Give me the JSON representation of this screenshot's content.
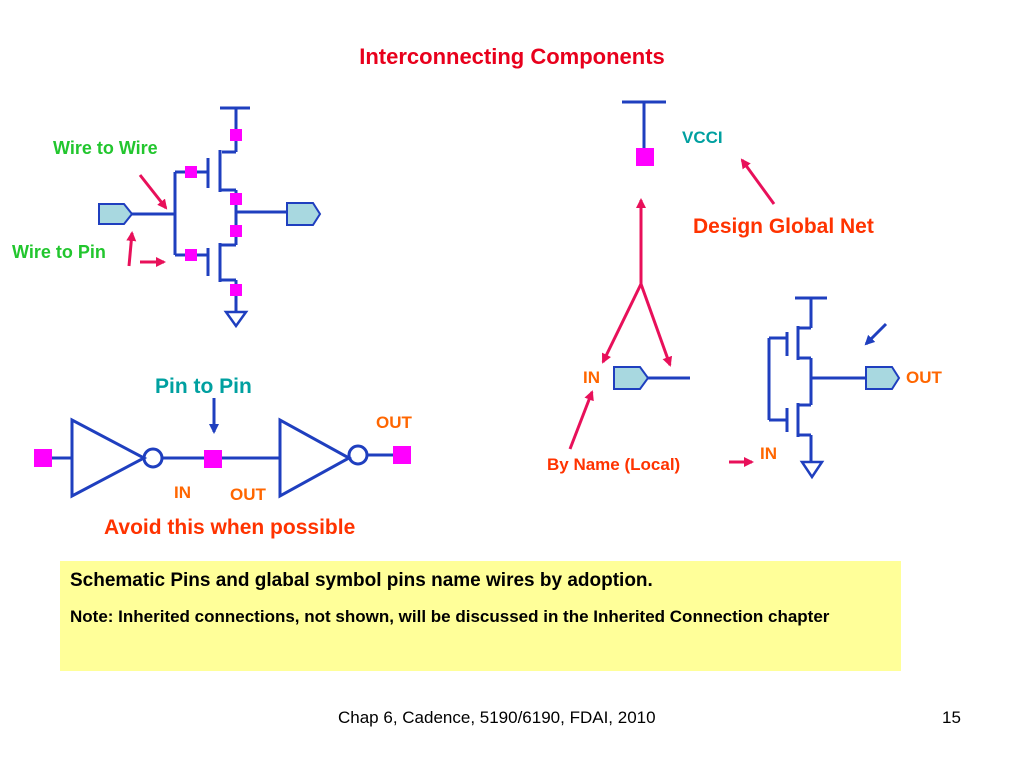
{
  "title": "Interconnecting Components",
  "labels": {
    "wire_to_wire": "Wire to Wire",
    "wire_to_pin": "Wire to Pin",
    "vcci": "VCCI",
    "design_global_net": "Design Global Net",
    "pin_to_pin": "Pin to Pin",
    "out_top": "OUT",
    "in_inv": "IN",
    "out_inv": "OUT",
    "avoid": "Avoid this when possible",
    "in_right": "IN",
    "by_name": "By Name (Local)",
    "out_right": "OUT",
    "in_right_bottom": "IN"
  },
  "note": {
    "line1": "Schematic Pins and glabal symbol pins name wires by adoption.",
    "line2": "Note: Inherited connections, not shown, will be discussed in the Inherited Connection chapter"
  },
  "footer": {
    "caption": "Chap 6, Cadence, 5190/6190, FDAI, 2010",
    "page": "15"
  },
  "colors": {
    "wire": "#1f3fbf",
    "pin_square": "#ff00ff",
    "pin_fill": "#a8d8e0",
    "arrow": "#e8105a",
    "title": "#e8001c",
    "note_bg": "#ffff99"
  }
}
